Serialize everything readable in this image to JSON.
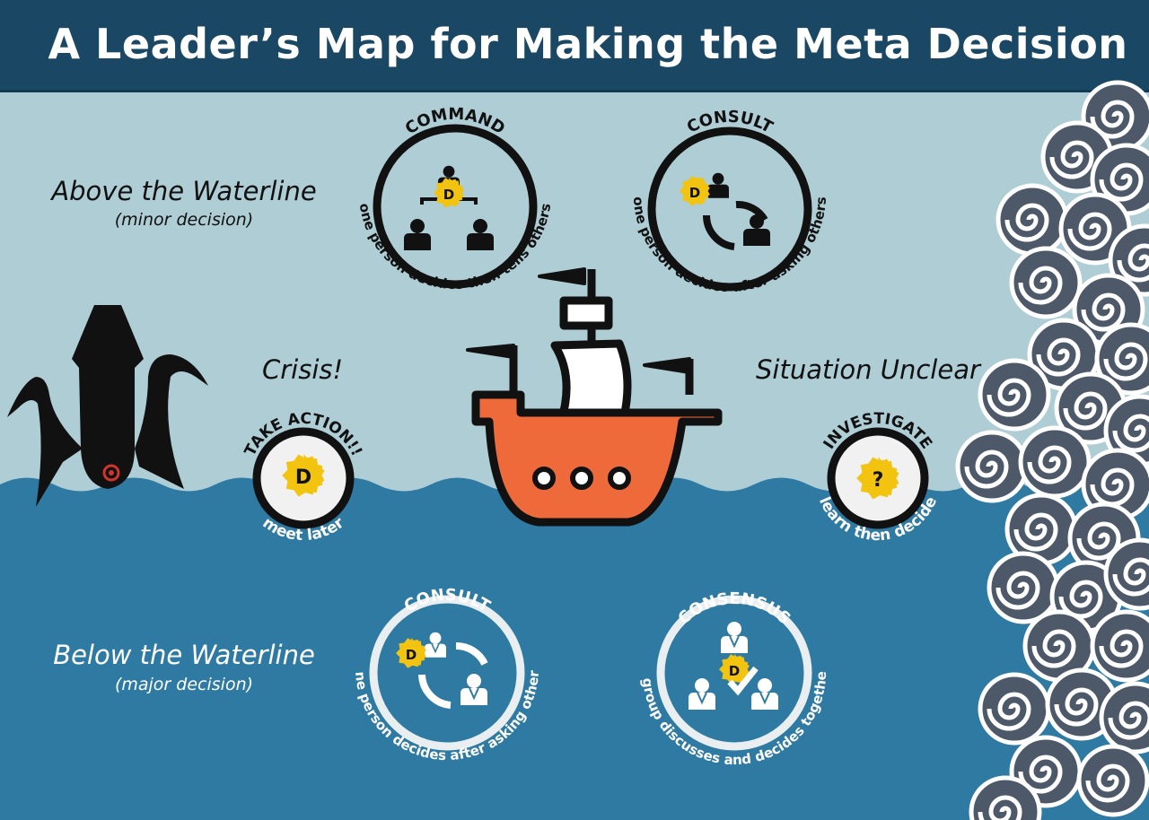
{
  "header": {
    "title": "A Leader’s Map for Making the Meta Decision"
  },
  "colors": {
    "header_bg": "#1a4763",
    "sky": "#aecdd4",
    "sea": "#2f7aa3",
    "ship_hull": "#ef6a3a",
    "decision_badge": "#f2c40f",
    "waves": "#4d5869"
  },
  "above": {
    "title": "Above the Waterline",
    "subtitle": "(minor decision)"
  },
  "below": {
    "title": "Below the Waterline",
    "subtitle": "(major decision)"
  },
  "crisis": {
    "label": "Crisis!",
    "badge_top": "TAKE ACTION!!",
    "badge_bottom": "meet later",
    "badge_letter": "D"
  },
  "unclear": {
    "label": "Situation Unclear",
    "badge_top": "INVESTIGATE",
    "badge_bottom": "learn then decide",
    "badge_letter": "?"
  },
  "styles": {
    "command": {
      "title": "COMMAND",
      "desc": "one person decides then tells others",
      "letter": "D"
    },
    "consult_above": {
      "title": "CONSULT",
      "desc": "one person decides after asking others",
      "letter": "D"
    },
    "consult_below": {
      "title": "CONSULT",
      "desc": "one person decides after asking others",
      "letter": "D"
    },
    "consensus": {
      "title": "CONSENSUS",
      "desc": "a group discusses and decides together",
      "letter": "D"
    }
  },
  "icons": [
    "squid-icon",
    "ship-icon",
    "rough-waves-icon",
    "person-icon",
    "decision-badge-icon",
    "cycle-arrows-icon",
    "checkmark-icon"
  ]
}
